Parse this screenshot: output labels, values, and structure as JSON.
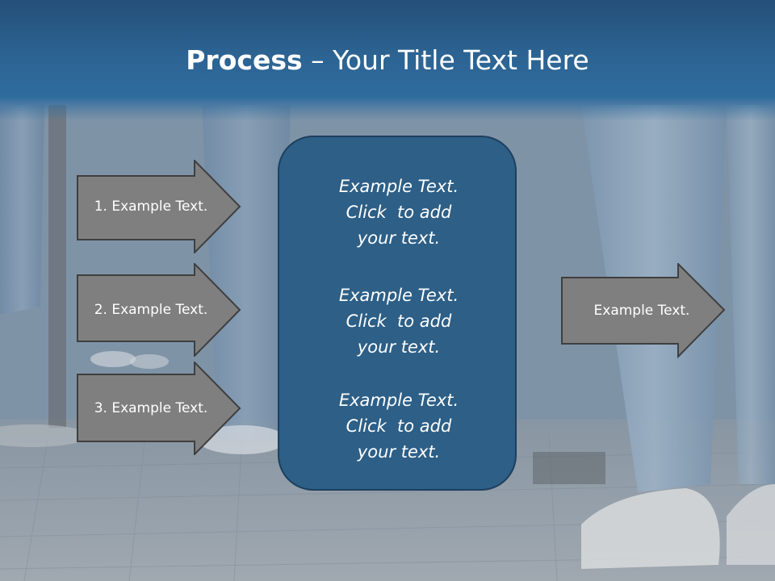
{
  "slide": {
    "title_bold": "Process",
    "title_rest": " – Your Title Text Here",
    "background_image": "street-crowd-denim-legs-photo"
  },
  "left_arrows": [
    {
      "label": "1. Example Text."
    },
    {
      "label": "2. Example Text."
    },
    {
      "label": "3. Example Text."
    }
  ],
  "center_box": {
    "blocks": [
      {
        "lines": [
          "Example Text.",
          "Click  to add",
          "your text."
        ]
      },
      {
        "lines": [
          "Example Text.",
          "Click  to add",
          "your text."
        ]
      },
      {
        "lines": [
          "Example Text.",
          "Click  to add",
          "your text."
        ]
      }
    ]
  },
  "right_arrow": {
    "label": "Example Text."
  },
  "colors": {
    "title_band": "#2c6392",
    "center_box_fill": "#2d5f87",
    "arrow_fill": "#7f7f7f",
    "arrow_stroke": "#3f3f3f",
    "text": "#ffffff"
  },
  "icons": {
    "arrow_shape": "right-arrow-shape"
  }
}
